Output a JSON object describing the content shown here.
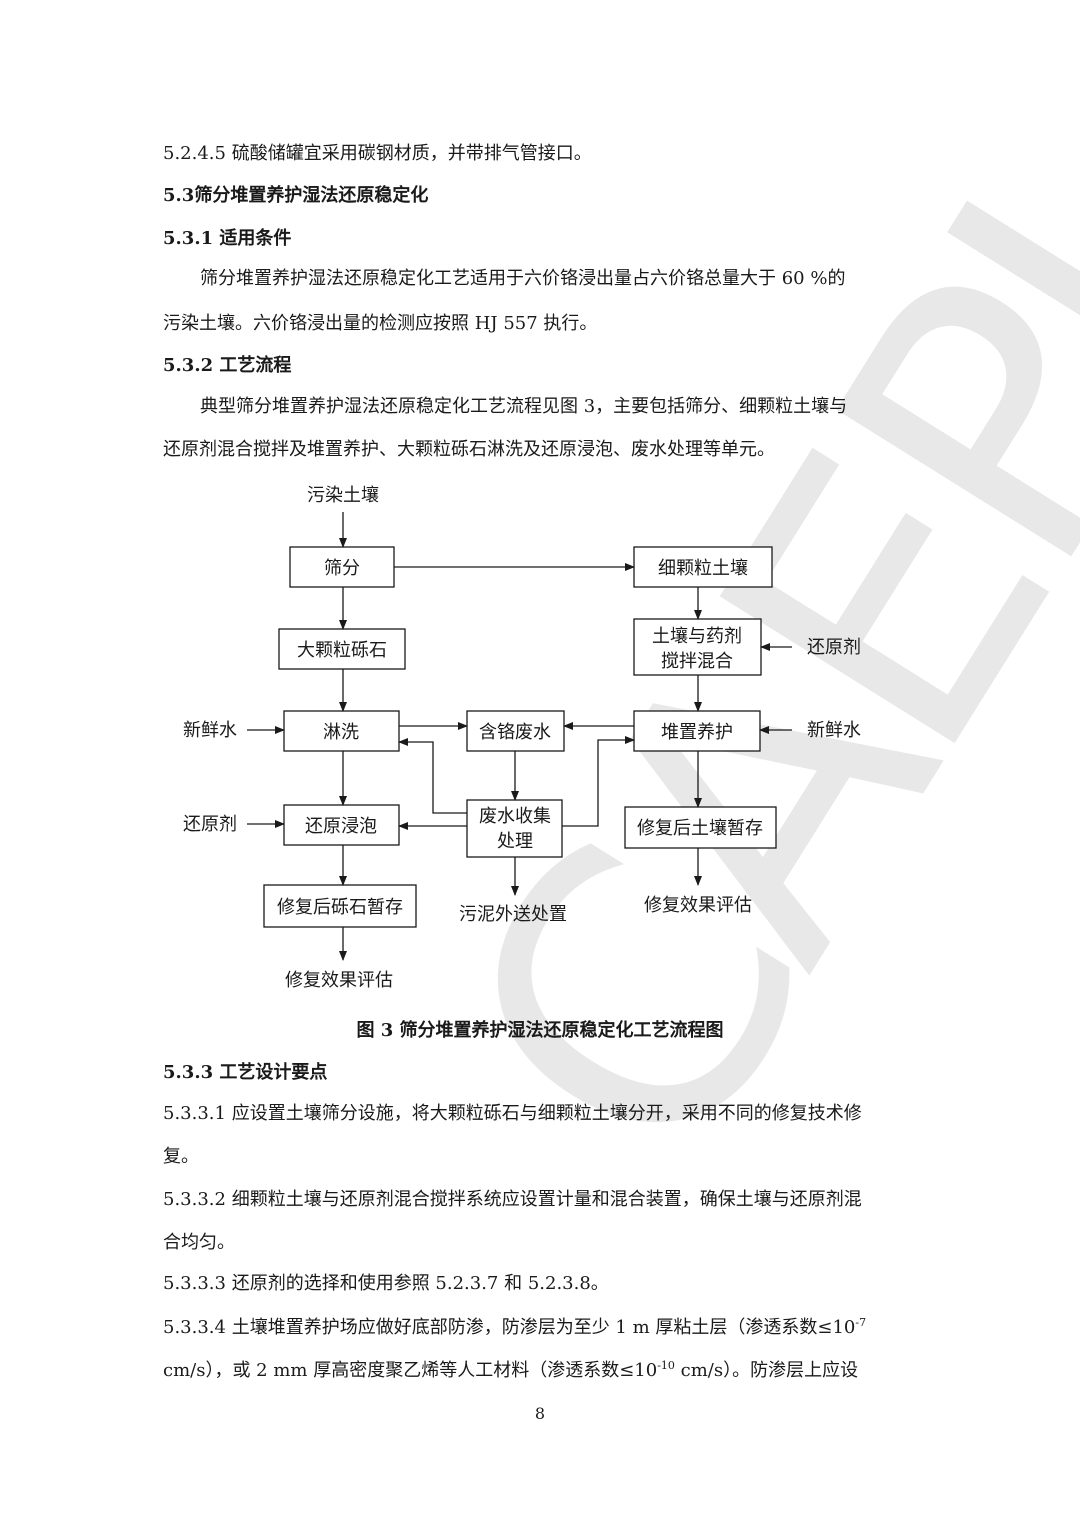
{
  "watermark": "CAEPI",
  "p_5245": "5.2.4.5 硫酸储罐宜采用碳钢材质，并带排气管接口。",
  "h_53": "5.3筛分堆置养护湿法还原稳定化",
  "h_531": "5.3.1 适用条件",
  "p_531_l1": "筛分堆置养护湿法还原稳定化工艺适用于六价铬浸出量占六价铬总量大于  60 %的",
  "p_531_l2": "污染土壤。六价铬浸出量的检测应按照 HJ 557 执行。",
  "h_532": "5.3.2 工艺流程",
  "p_532_l1": "典型筛分堆置养护湿法还原稳定化工艺流程见图 3，主要包括筛分、细颗粒土壤与",
  "p_532_l2": "还原剂混合搅拌及堆置养护、大颗粒砾石淋洗及还原浸泡、废水处理等单元。",
  "diagram": {
    "input_soil": "污染土壤",
    "screening": "筛分",
    "fine_soil": "细颗粒土壤",
    "coarse_gravel": "大颗粒砾石",
    "mix_l1": "土壤与药剂",
    "mix_l2": "搅拌混合",
    "reductant_right": "还原剂",
    "fresh_water_left": "新鲜水",
    "washing": "淋洗",
    "cr_wastewater": "含铬废水",
    "curing": "堆置养护",
    "fresh_water_right": "新鲜水",
    "reductant_left": "还原剂",
    "soaking": "还原浸泡",
    "wwt_l1": "废水收集",
    "wwt_l2": "处理",
    "soil_storage": "修复后土壤暂存",
    "gravel_storage": "修复后砾石暂存",
    "sludge": "污泥外送处置",
    "eval_right": "修复效果评估",
    "eval_left": "修复效果评估"
  },
  "caption": "图 3    筛分堆置养护湿法还原稳定化工艺流程图",
  "h_533": "5.3.3 工艺设计要点",
  "p_5331_l1": "5.3.3.1 应设置土壤筛分设施，将大颗粒砾石与细颗粒土壤分开，采用不同的修复技术修",
  "p_5331_l2": "复。",
  "p_5332_l1": "5.3.3.2 细颗粒土壤与还原剂混合搅拌系统应设置计量和混合装置，确保土壤与还原剂混",
  "p_5332_l2": "合均匀。",
  "p_5333": "5.3.3.3 还原剂的选择和使用参照 5.2.3.7 和 5.2.3.8。",
  "p_5334_l1_a": "5.3.3.4 土壤堆置养护场应做好底部防渗，防渗层为至少 1 m 厚粘土层（渗透系数≤10",
  "p_5334_l1_sup": "-7",
  "p_5334_l2_a": "cm/s），或 2 mm 厚高密度聚乙烯等人工材料（渗透系数≤10",
  "p_5334_l2_sup": "-10",
  "p_5334_l2_b": " cm/s）。防渗层上应设",
  "page_number": "8"
}
